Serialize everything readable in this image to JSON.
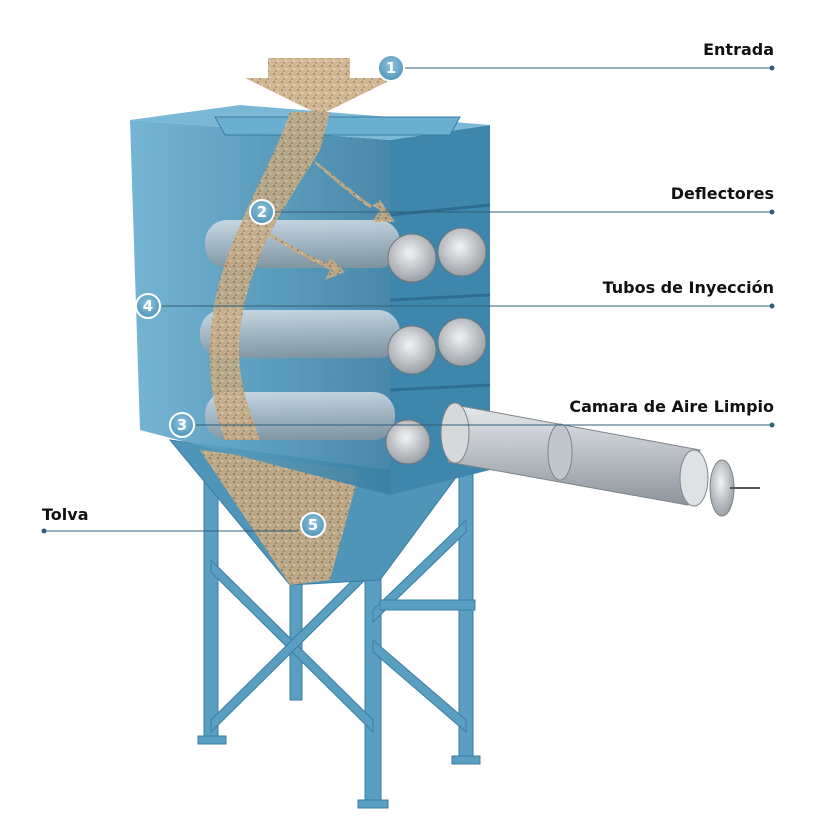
{
  "labels": {
    "entrada": "Entrada",
    "deflectores": "Deflectores",
    "tubos": "Tubos de Inyección",
    "camara": "Camara de Aire Limpio",
    "tolva": "Tolva"
  },
  "markers": {
    "m1": "1",
    "m2": "2",
    "m3": "3",
    "m4": "4",
    "m5": "5"
  },
  "colors": {
    "housing": "#4f95b8",
    "housing_dark": "#3a7ea3",
    "dust": "#c9ab82",
    "filter": "#b8bec4",
    "leader_line": "#2f5f7a"
  }
}
